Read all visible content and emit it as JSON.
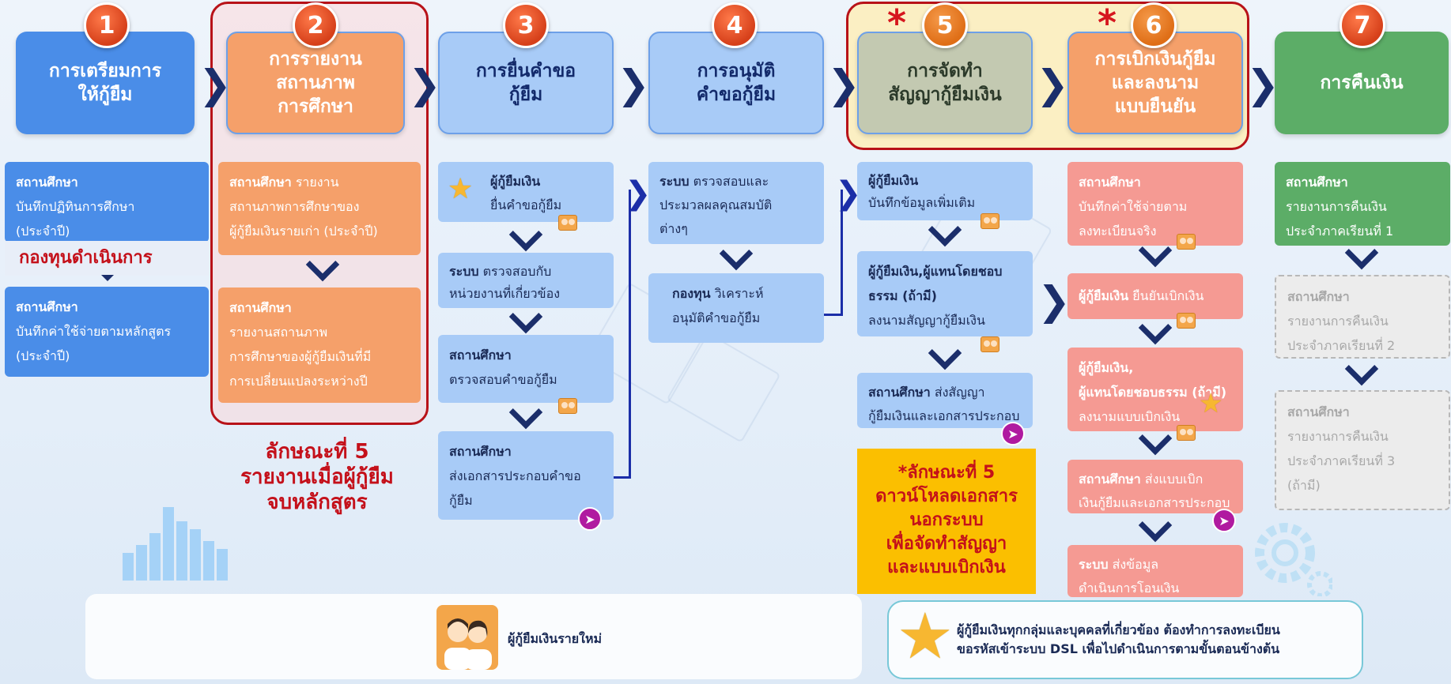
{
  "steps": [
    {
      "num": "1",
      "title": "การเตรียมการ\nให้กู้ยืม"
    },
    {
      "num": "2",
      "title": "การรายงาน\nสถานภาพ\nการศึกษา"
    },
    {
      "num": "3",
      "title": "การยื่นคำขอ\nกู้ยืม"
    },
    {
      "num": "4",
      "title": "การอนุมัติ\nคำขอกู้ยืม"
    },
    {
      "num": "5",
      "title": "การจัดทำ\nสัญญากู้ยืมเงิน"
    },
    {
      "num": "6",
      "title": "การเบิกเงินกู้ยืม\nและลงนาม\nแบบยืนยัน"
    },
    {
      "num": "7",
      "title": "การคืนเงิน"
    }
  ],
  "asterisk": "*",
  "col1": {
    "card1_bold": "สถานศึกษา",
    "card1_text": "บันทึกปฏิทินการศึกษา\n(ประจำปี)",
    "fund_label": "กองทุนดำเนินการ",
    "card2_bold": "สถานศึกษา",
    "card2_text": "บันทึกค่าใช้จ่ายตามหลักสูตร\n(ประจำปี)"
  },
  "col2": {
    "card1_bold": "สถานศึกษา",
    "card1_text": " รายงาน\nสถานภาพการศึกษาของ\nผู้กู้ยืมเงินรายเก่า (ประจำปี)",
    "card2_bold": "สถานศึกษา",
    "card2_text": "รายงานสถานภาพ\nการศึกษาของผู้กู้ยืมเงินที่มี\nการเปลี่ยนแปลงระหว่างปี",
    "note": "ลักษณะที่ 5\nรายงานเมื่อผู้กู้ยืม\nจบหลักสูตร"
  },
  "col3": {
    "card1_bold": "ผู้กู้ยืมเงิน",
    "card1_text": "ยื่นคำขอกู้ยืม",
    "card2_bold": "ระบบ",
    "card2_text": " ตรวจสอบกับ\nหน่วยงานที่เกี่ยวข้อง",
    "card3_bold": "สถานศึกษา",
    "card3_text": "ตรวจสอบคำขอกู้ยืม",
    "card4_bold": "สถานศึกษา",
    "card4_text": "ส่งเอกสารประกอบคำขอ\nกู้ยืม"
  },
  "col4": {
    "card1_bold": "ระบบ",
    "card1_text": " ตรวจสอบและ\nประมวลผลคุณสมบัติ\nต่างๆ",
    "card2_bold": "กองทุน",
    "card2_text": " วิเคราะห์\nอนุมัติคำขอกู้ยืม"
  },
  "col5": {
    "card1_bold": "ผู้กู้ยืมเงิน",
    "card1_text": "บันทึกข้อมูลเพิ่มเติม",
    "card2_bold": "ผู้กู้ยืมเงิน,ผู้แทนโดยชอบ\nธรรม (ถ้ามี)",
    "card2_text": "ลงนามสัญญากู้ยืมเงิน",
    "card3_bold": "สถานศึกษา",
    "card3_text": " ส่งสัญญา\nกู้ยืมเงินและเอกสารประกอบ",
    "note": "*ลักษณะที่ 5\nดาวน์โหลดเอกสาร\nนอกระบบ\nเพื่อจัดทำสัญญา\nและแบบเบิกเงิน"
  },
  "col6": {
    "card1_bold": "สถานศึกษา",
    "card1_text": "บันทึกค่าใช้จ่ายตาม\nลงทะเบียนจริง",
    "card2_bold": "ผู้กู้ยืมเงิน",
    "card2_text": " ยืนยันเบิกเงิน",
    "card3_bold": "ผู้กู้ยืมเงิน,\nผู้แทนโดยชอบธรรม (ถ้ามี)",
    "card3_text": "ลงนามแบบเบิกเงิน",
    "card4_bold": "สถานศึกษา",
    "card4_text": " ส่งแบบเบิก\nเงินกู้ยืมและเอกสารประกอบ",
    "card5_bold": "ระบบ",
    "card5_text": " ส่งข้อมูล\nดำเนินการโอนเงิน"
  },
  "col7": {
    "card1_bold": "สถานศึกษา",
    "card1_text": "รายงานการคืนเงิน\nประจำภาคเรียนที่ 1",
    "card2_bold": "สถานศึกษา",
    "card2_text": "รายงานการคืนเงิน\nประจำภาคเรียนที่ 2",
    "card3_bold": "สถานศึกษา",
    "card3_text": "รายงานการคืนเงิน\nประจำภาคเรียนที่ 3\n(ถ้ามี)"
  },
  "legend": {
    "new_borrower": "ผู้กู้ยืมเงินรายใหม่",
    "star_note": "ผู้กู้ยืมเงินทุกกลุ่มและบุคคลที่เกี่ยวข้อง ต้องทำการลงทะเบียน\nขอรหัสเข้าระบบ DSL เพื่อไปดำเนินการตามขั้นตอนข้างต้น"
  },
  "colors": {
    "step1": "#4a8de8",
    "step2": "#f5a06a",
    "step3": "#a8cbf7",
    "step4": "#a8cbf7",
    "step5": "#c3c9b1",
    "step6": "#f5a06a",
    "step7": "#5cad67",
    "highlight_red": "#c0101a",
    "note_yellow": "#fbbf00"
  }
}
